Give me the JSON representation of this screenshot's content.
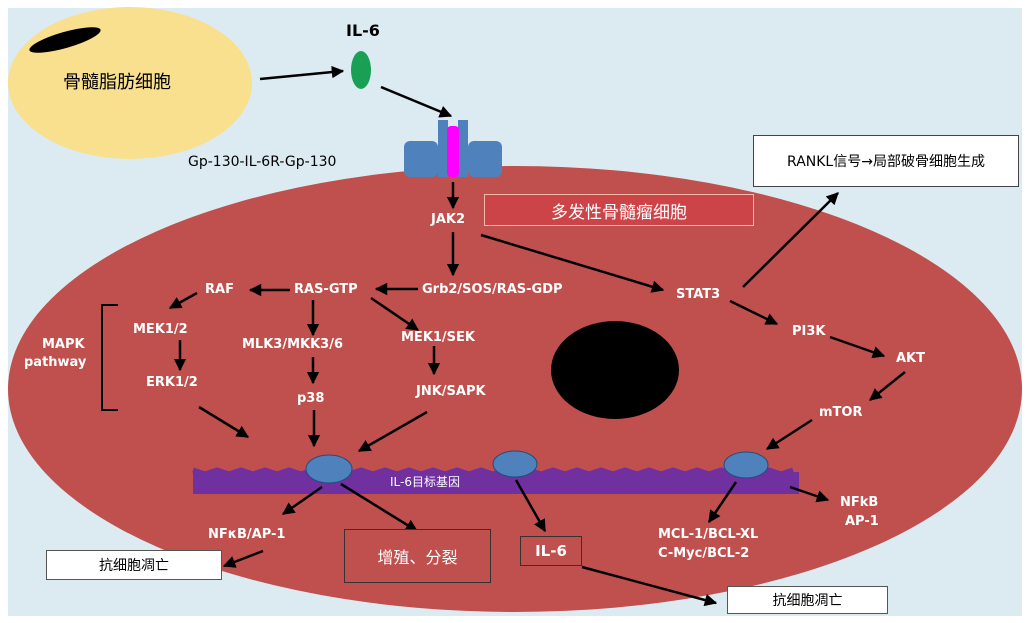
{
  "diagram": {
    "top_ligand": "IL-6",
    "adipocyte": "骨髓脂肪细胞",
    "receptor": "Gp-130-IL-6R-Gp-130",
    "cell_title": "多发性骨髓瘤细胞",
    "rankl_box": "RANKL信号→局部破骨细胞生成",
    "nodes": {
      "jak2": "JAK2",
      "grb2": "Grb2/SOS/RAS-GDP",
      "ras_gtp": "RAS-GTP",
      "raf": "RAF",
      "mek12": "MEK1/2",
      "erk12": "ERK1/2",
      "mlk3": "MLK3/MKK3/6",
      "p38": "p38",
      "mek1sek": "MEK1/SEK",
      "jnk": "JNK/SAPK",
      "stat3": "STAT3",
      "pi3k": "PI3K",
      "akt": "AKT",
      "mtor": "mTOR",
      "mapk_line1": "MAPK",
      "mapk_line2": "pathway",
      "dna_label": "IL-6目标基因",
      "nfkb_ap1_left": "NFκB/AP-1",
      "mcl_line1": "MCL-1/BCL-XL",
      "mcl_line2": "C-Myc/BCL-2",
      "nfkb_right_line1": "NFkB",
      "nfkb_right_line2": "AP-1"
    },
    "outputs": {
      "proliferation": "增殖、分裂",
      "il6_out": "IL-6",
      "anti_apoptosis_left": "抗细胞凋亡",
      "anti_apoptosis_right": "抗细胞凋亡"
    },
    "colors": {
      "background": "#dcebf2",
      "cell": "#c0504d",
      "adipocyte": "#f9e08f",
      "ligand": "#1aa055",
      "receptor": "#4f81bd",
      "receptor_core": "#ff00ff",
      "dna": "#7030a0",
      "dna_bead": "#4f81bd",
      "nucleus": "#000000"
    }
  }
}
